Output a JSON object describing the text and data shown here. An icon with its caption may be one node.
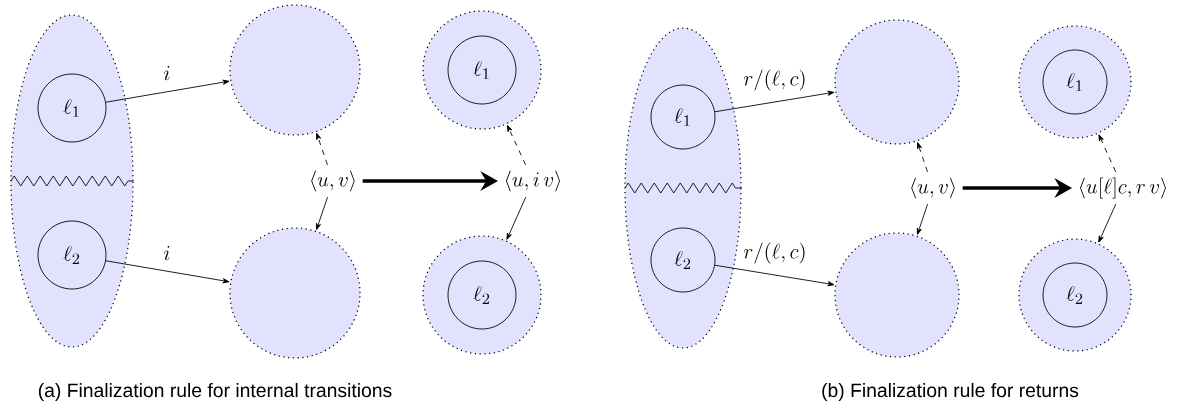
{
  "diagram": {
    "nodes": [
      {
        "text": [],
        "shape": "ellipse"
      },
      {
        "text": [
          "\\ell_1"
        ],
        "in": 0
      },
      {
        "text": [
          "\\ell_2"
        ],
        "in": 0
      },
      {
        "text": [],
        "shape": "circle"
      },
      {
        "text": [],
        "shape": "circle"
      },
      {
        "text": [
          "\\langle u,v\\rangle"
        ]
      },
      {
        "text": [],
        "shape": "circle"
      },
      {
        "text": [
          "\\ell_1"
        ],
        "in": 6
      },
      {
        "text": [],
        "shape": "circle"
      },
      {
        "text": [
          "\\ell_2"
        ],
        "in": 8
      },
      {
        "text": [
          "\\langle u,i\\,v\\rangle"
        ]
      },
      {
        "text": [],
        "shape": "ellipse"
      },
      {
        "text": [
          "\\ell_1"
        ],
        "in": 11
      },
      {
        "text": [
          "\\ell_2"
        ],
        "in": 11
      },
      {
        "text": [],
        "shape": "circle"
      },
      {
        "text": [],
        "shape": "circle"
      },
      {
        "text": [
          "\\langle u,v\\rangle"
        ]
      },
      {
        "text": [],
        "shape": "circle"
      },
      {
        "text": [
          "\\ell_1"
        ],
        "in": 17
      },
      {
        "text": [],
        "shape": "circle"
      },
      {
        "text": [
          "\\ell_2"
        ],
        "in": 19
      },
      {
        "text": [
          "\\langle u[\\ell]c,r\\,v\\rangle"
        ]
      }
    ],
    "edges": [
      {
        "from": 1,
        "to": 3,
        "arrow": "to",
        "label": "i"
      },
      {
        "from": 2,
        "to": 4,
        "arrow": "to",
        "label": "i"
      },
      {
        "from": 5,
        "to": 3,
        "arrow": "to",
        "style": "dashed"
      },
      {
        "from": 5,
        "to": 4,
        "arrow": "to"
      },
      {
        "from": 10,
        "to": 6,
        "arrow": "to",
        "style": "dashed"
      },
      {
        "from": 10,
        "to": 8,
        "arrow": "to"
      },
      {
        "from": 5,
        "to": 10,
        "arrow": "to",
        "style": "thick"
      },
      {
        "from": 12,
        "to": 14,
        "arrow": "to",
        "label": "r/(\\ell,c)"
      },
      {
        "from": 13,
        "to": 15,
        "arrow": "to",
        "label": "r/(\\ell,c)"
      },
      {
        "from": 16,
        "to": 14,
        "arrow": "to",
        "style": "dashed"
      },
      {
        "from": 16,
        "to": 15,
        "arrow": "to"
      },
      {
        "from": 21,
        "to": 17,
        "arrow": "to",
        "style": "dashed"
      },
      {
        "from": 21,
        "to": 19,
        "arrow": "to"
      },
      {
        "from": 16,
        "to": 21,
        "arrow": "to",
        "style": "thick"
      }
    ],
    "labels": [
      "(a) Finalization rule for internal transitions",
      "(b) Finalization rule for returns"
    ]
  }
}
